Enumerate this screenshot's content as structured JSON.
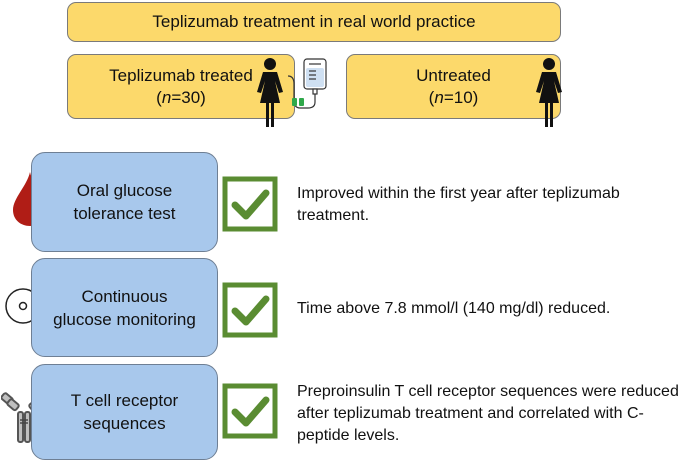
{
  "title": "Teplizumab treatment in real world practice",
  "groups": {
    "treated": {
      "label": "Teplizumab treated",
      "n_italic": "n",
      "n_rest": "=30",
      "paren_open": "(",
      "paren_close": ")"
    },
    "untreated": {
      "label": "Untreated",
      "n_italic": "n",
      "n_rest": "=10",
      "paren_open": "(",
      "paren_close": ")"
    }
  },
  "tests": [
    {
      "label": "Oral glucose tolerance test",
      "icon": "blood-drop-icon",
      "result": "Improved within the first year after teplizumab treatment."
    },
    {
      "label": "Continuous glucose monitoring",
      "icon": "glucose-sensor-icon",
      "result": "Time above 7.8 mmol/l (140 mg/dl) reduced."
    },
    {
      "label": "T cell receptor sequences",
      "icon": "antibody-icon",
      "result": "Preproinsulin T cell receptor sequences were reduced after teplizumab treatment and correlated with C-peptide levels."
    }
  ],
  "colors": {
    "header_fill": "#fcd96b",
    "test_fill": "#a8c8ec",
    "check_green": "#5a8c32",
    "blood_red": "#b01d16"
  }
}
